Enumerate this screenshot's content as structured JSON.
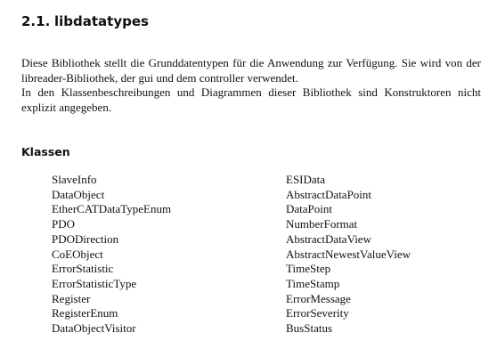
{
  "section": {
    "number": "2.1.",
    "title": "libdatatypes"
  },
  "intro": {
    "paragraph1": "Diese Bibliothek stellt die Grunddatentypen für die Anwendung zur Verfügung. Sie wird von der libreader-Bibliothek, der gui und dem controller verwendet.",
    "paragraph2": "In den Klassenbeschreibungen und Diagrammen dieser Bibliothek sind Konstruktoren nicht explizit angegeben."
  },
  "classes": {
    "heading": "Klassen",
    "left_column": [
      "SlaveInfo",
      "DataObject",
      "EtherCATDataTypeEnum",
      "PDO",
      "PDODirection",
      "CoEObject",
      "ErrorStatistic",
      "ErrorStatisticType",
      "Register",
      "RegisterEnum",
      "DataObjectVisitor"
    ],
    "right_column": [
      "ESIData",
      "AbstractDataPoint",
      "DataPoint",
      "NumberFormat",
      "AbstractDataView",
      "AbstractNewestValueView",
      "TimeStep",
      "TimeStamp",
      "ErrorMessage",
      "ErrorSeverity",
      "BusStatus"
    ]
  }
}
